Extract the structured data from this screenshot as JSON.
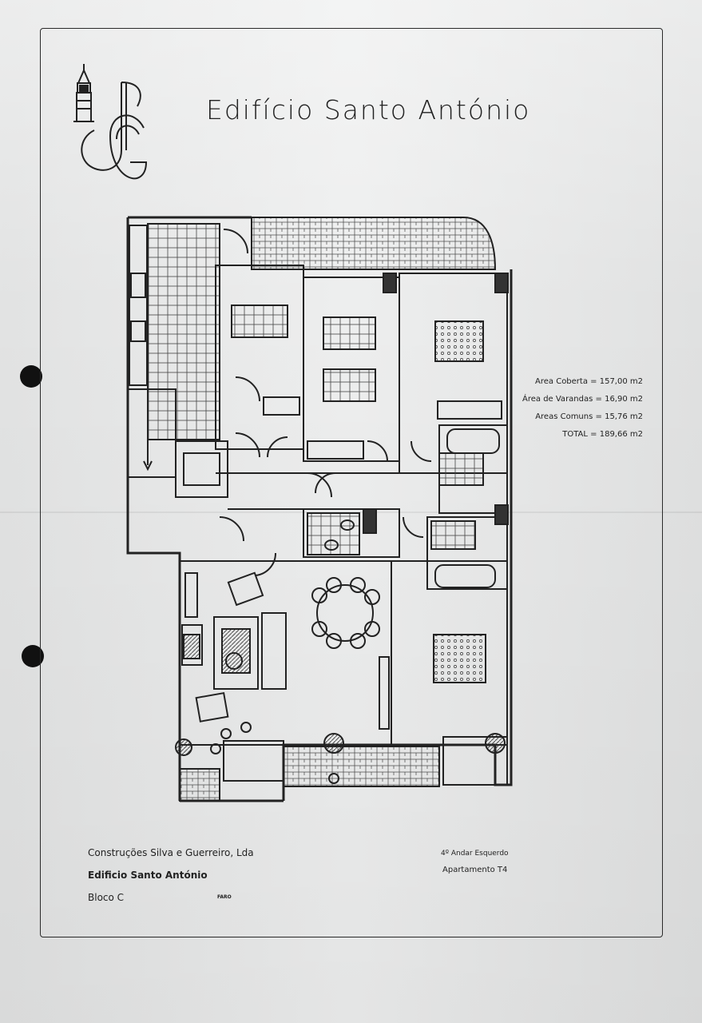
{
  "document": {
    "title": "Edifício Santo António"
  },
  "areas": [
    {
      "label": "Area Coberta",
      "value": "157,00 m2"
    },
    {
      "label": "Área de Varandas",
      "value": "16,90 m2"
    },
    {
      "label": "Areas Comuns",
      "value": "15,76 m2"
    },
    {
      "label": "TOTAL",
      "value": "189,66 m2"
    }
  ],
  "footer": {
    "company": "Construções Silva e Guerreiro, Lda",
    "building": "Edificio Santo António",
    "block": "Bloco C",
    "city": "FARO",
    "floor": "4º Andar Esquerdo",
    "apartment": "Apartamento T4"
  }
}
